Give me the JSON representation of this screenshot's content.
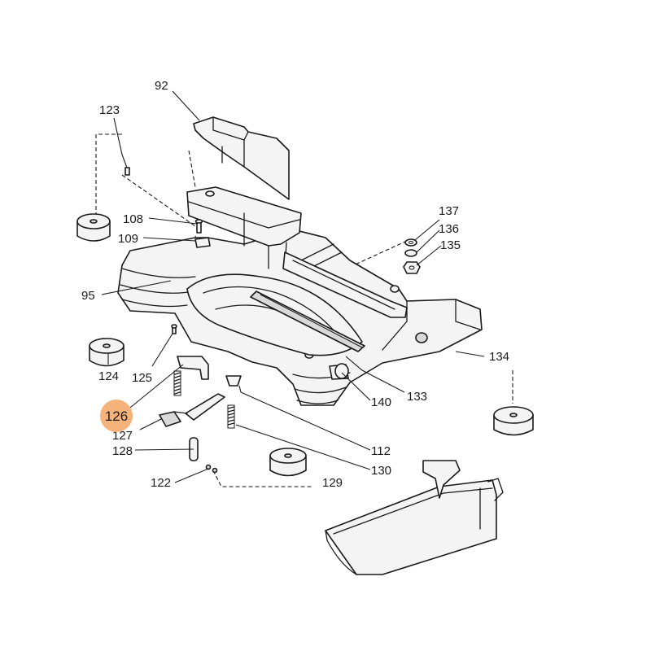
{
  "highlight": {
    "label": "126",
    "color": "#f5b27a"
  },
  "parts": {
    "p92": "92",
    "p123": "123",
    "p108": "108",
    "p109": "109",
    "p95": "95",
    "p137": "137",
    "p136": "136",
    "p135": "135",
    "p134": "134",
    "p124": "124",
    "p125": "125",
    "p127": "127",
    "p128": "128",
    "p122": "122",
    "p129": "129",
    "p112": "112",
    "p130": "130",
    "p140": "140",
    "p133": "133"
  }
}
